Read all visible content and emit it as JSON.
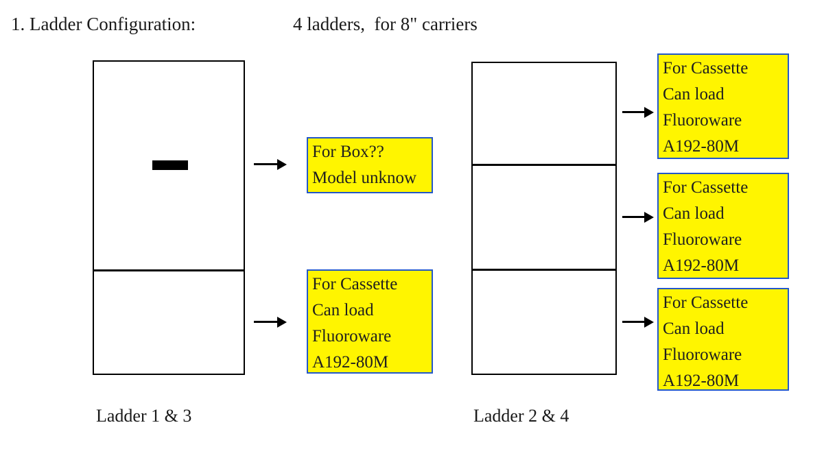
{
  "title": {
    "prefix": "1. Ladder Configuration:",
    "suffix": "4 ladders,  for 8\" carriers"
  },
  "ladders": {
    "left": {
      "label": "Ladder 1 & 3",
      "section_count": 2,
      "boxes": [
        {
          "lines": [
            "For Box??",
            "Model unknow"
          ]
        },
        {
          "lines": [
            "For Cassette",
            "Can load",
            "Fluoroware",
            "A192-80M"
          ]
        }
      ]
    },
    "right": {
      "label": "Ladder 2 & 4",
      "section_count": 3,
      "boxes": [
        {
          "lines": [
            "For Cassette",
            "Can load",
            "Fluoroware",
            "A192-80M"
          ]
        },
        {
          "lines": [
            "For Cassette",
            "Can load",
            "Fluoroware",
            "A192-80M"
          ]
        },
        {
          "lines": [
            "For Cassette",
            "Can load",
            "Fluoroware",
            "A192-80M"
          ]
        }
      ]
    }
  },
  "colors": {
    "annotation_fill": "#fff500",
    "annotation_border": "#2257c9",
    "line_color": "#000000"
  }
}
